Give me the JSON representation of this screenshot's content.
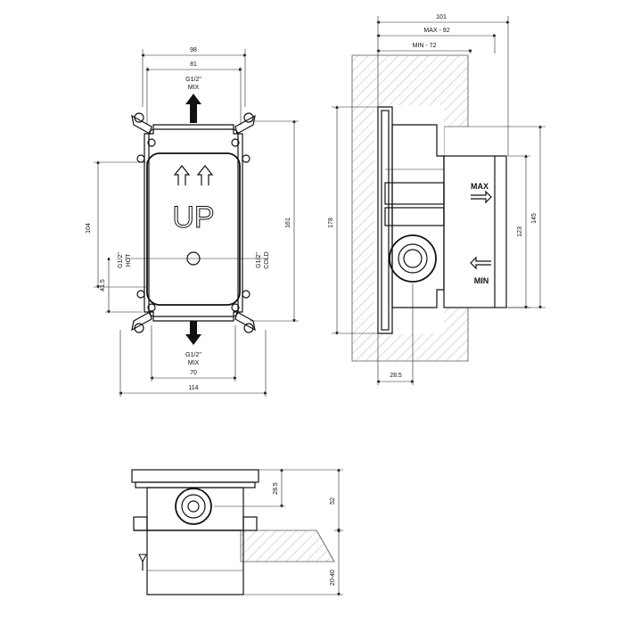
{
  "front_view": {
    "dim_98": "98",
    "dim_81": "81",
    "top_port_size": "G1/2\"",
    "top_port_name": "MIX",
    "up_text": "UP",
    "dim_104": "104",
    "dim_161": "161",
    "dim_41_5": "41.5",
    "hot_port_size": "G1/2\"",
    "hot_port_name": "HOT",
    "cold_port_size": "G1/2\"",
    "cold_port_name": "COLD",
    "bottom_port_size": "G1/2\"",
    "bottom_port_name": "MIX",
    "dim_70": "70",
    "dim_114": "114"
  },
  "side_view": {
    "dim_101": "101",
    "dim_max": "MAX - 92",
    "dim_min": "MIN - 72",
    "label_max": "MAX",
    "label_min": "MIN",
    "dim_178": "178",
    "dim_123": "123",
    "dim_145": "145",
    "dim_28_5": "28.5"
  },
  "bottom_view": {
    "dim_28_5": "28.5",
    "dim_52": "52",
    "dim_20_40": "20-40"
  }
}
